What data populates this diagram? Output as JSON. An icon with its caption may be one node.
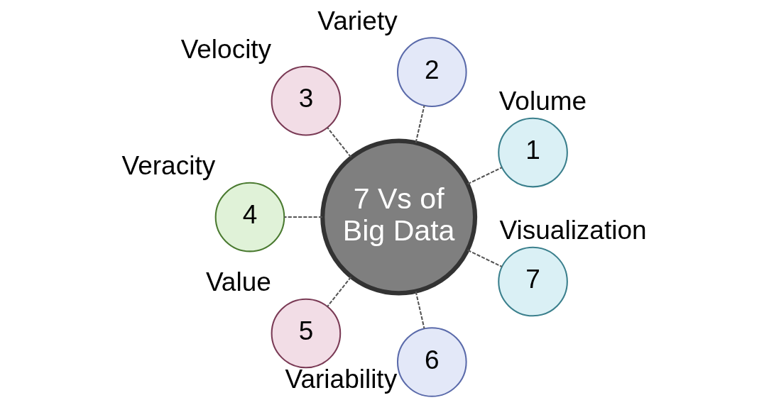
{
  "diagram": {
    "nodes": [
      {
        "text": [
          "7 Vs of Big Data"
        ]
      },
      {
        "text": [
          "1"
        ],
        "beside": [
          "Volume"
        ]
      },
      {
        "text": [
          "2"
        ],
        "beside": [
          "Variety"
        ]
      },
      {
        "text": [
          "3"
        ],
        "beside": [
          "Velocity"
        ]
      },
      {
        "text": [
          "4"
        ],
        "beside": [
          "Veracity"
        ]
      },
      {
        "text": [
          "5"
        ],
        "beside": [
          "Value"
        ]
      },
      {
        "text": [
          "6"
        ],
        "beside": [
          "Variability"
        ]
      },
      {
        "text": [
          "7"
        ],
        "beside": [
          "Visualization"
        ]
      }
    ],
    "edges": [
      {
        "from": 0,
        "to": 1,
        "arrow": "none",
        "style": "dashed"
      },
      {
        "from": 0,
        "to": 2,
        "arrow": "none",
        "style": "dashed"
      },
      {
        "from": 0,
        "to": 3,
        "arrow": "none",
        "style": "dashed"
      },
      {
        "from": 0,
        "to": 4,
        "arrow": "none",
        "style": "dashed"
      },
      {
        "from": 0,
        "to": 5,
        "arrow": "none",
        "style": "dashed"
      },
      {
        "from": 0,
        "to": 6,
        "arrow": "none",
        "style": "dashed"
      },
      {
        "from": 0,
        "to": 7,
        "arrow": "none",
        "style": "dashed"
      }
    ]
  }
}
